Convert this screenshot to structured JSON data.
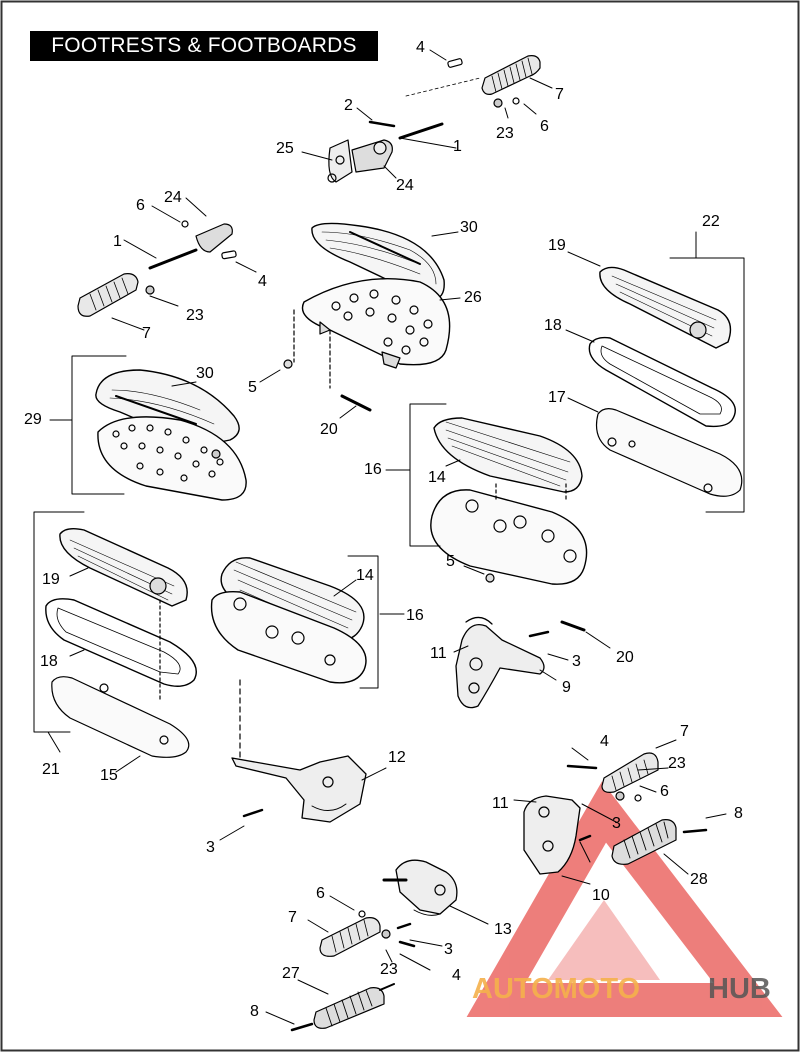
{
  "title": "FOOTRESTS & FOOTBOARDS",
  "labels": {
    "l1a": "1",
    "l1b": "1",
    "l2": "2",
    "l3a": "3",
    "l3b": "3",
    "l3c": "3",
    "l3d": "3",
    "l4a": "4",
    "l4b": "4",
    "l4c": "4",
    "l4d": "4",
    "l5a": "5",
    "l5b": "5",
    "l6a": "6",
    "l6b": "6",
    "l6c": "6",
    "l6d": "6",
    "l7a": "7",
    "l7b": "7",
    "l7c": "7",
    "l7d": "7",
    "l8a": "8",
    "l8b": "8",
    "l9": "9",
    "l10": "10",
    "l11a": "11",
    "l11b": "11",
    "l12": "12",
    "l13": "13",
    "l14a": "14",
    "l14b": "14",
    "l15": "15",
    "l16a": "16",
    "l16b": "16",
    "l17": "17",
    "l18a": "18",
    "l18b": "18",
    "l19a": "19",
    "l19b": "19",
    "l20a": "20",
    "l20b": "20",
    "l21": "21",
    "l22": "22",
    "l23a": "23",
    "l23b": "23",
    "l23c": "23",
    "l23d": "23",
    "l24a": "24",
    "l24b": "24",
    "l25": "25",
    "l26": "26",
    "l27": "27",
    "l28": "28",
    "l29": "29",
    "l30a": "30",
    "l30b": "30"
  },
  "watermark": {
    "part1": "AUTOMOTO",
    "part2": "HUB"
  },
  "colors": {
    "border": "#333333",
    "watermark_red": "#e8534f",
    "watermark_orange": "#f5b14c",
    "watermark_gray": "#555555"
  }
}
